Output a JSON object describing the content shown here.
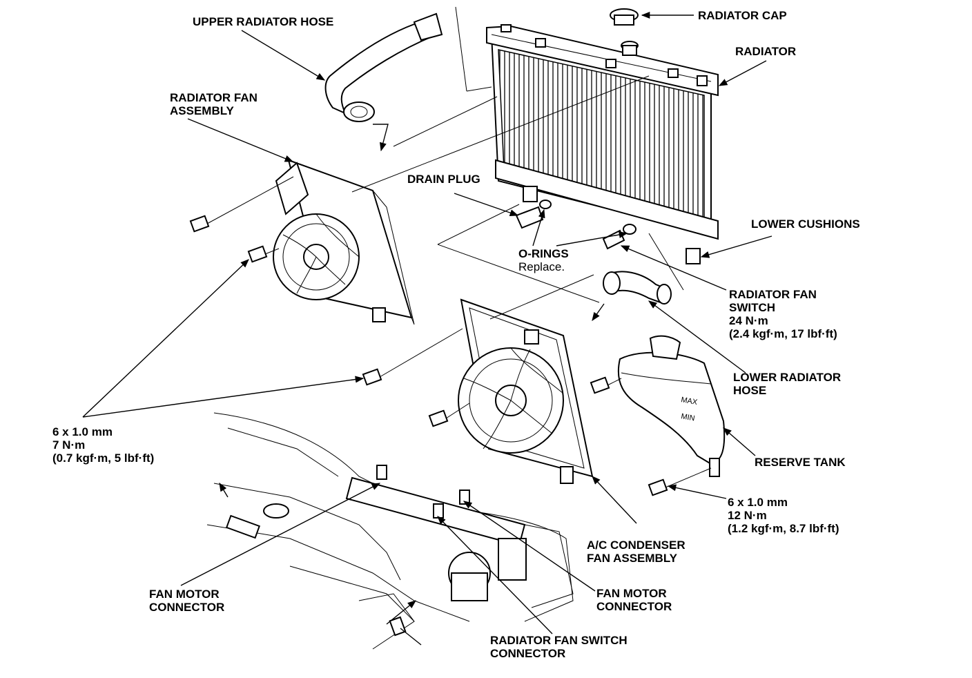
{
  "labels": {
    "upper_radiator_hose": [
      "UPPER RADIATOR HOSE"
    ],
    "radiator_cap": [
      "RADIATOR CAP"
    ],
    "radiator": [
      "RADIATOR"
    ],
    "radiator_fan_assembly": [
      "RADIATOR FAN",
      "ASSEMBLY"
    ],
    "drain_plug": [
      "DRAIN PLUG"
    ],
    "lower_cushions": [
      "LOWER CUSHIONS"
    ],
    "o_rings": [
      "O-RINGS",
      "Replace."
    ],
    "radiator_fan_switch": [
      "RADIATOR FAN",
      "SWITCH",
      "24 N·m",
      "(2.4 kgf·m, 17 lbf·ft)"
    ],
    "lower_radiator_hose": [
      "LOWER RADIATOR",
      "HOSE"
    ],
    "bolt_spec_7nm": [
      "6 x 1.0 mm",
      "7 N·m",
      "(0.7 kgf·m, 5 lbf·ft)"
    ],
    "reserve_tank": [
      "RESERVE TANK"
    ],
    "bolt_spec_12nm": [
      "6 x 1.0 mm",
      "12 N·m",
      "(1.2 kgf·m, 8.7 lbf·ft)"
    ],
    "ac_condenser_fan_assembly": [
      "A/C CONDENSER",
      "FAN ASSEMBLY"
    ],
    "fan_motor_connector_left": [
      "FAN MOTOR",
      "CONNECTOR"
    ],
    "fan_motor_connector_right": [
      "FAN MOTOR",
      "CONNECTOR"
    ],
    "radiator_fan_switch_connector": [
      "RADIATOR FAN SWITCH",
      "CONNECTOR"
    ]
  },
  "tank_marks": {
    "max": "MAX",
    "min": "MIN"
  }
}
